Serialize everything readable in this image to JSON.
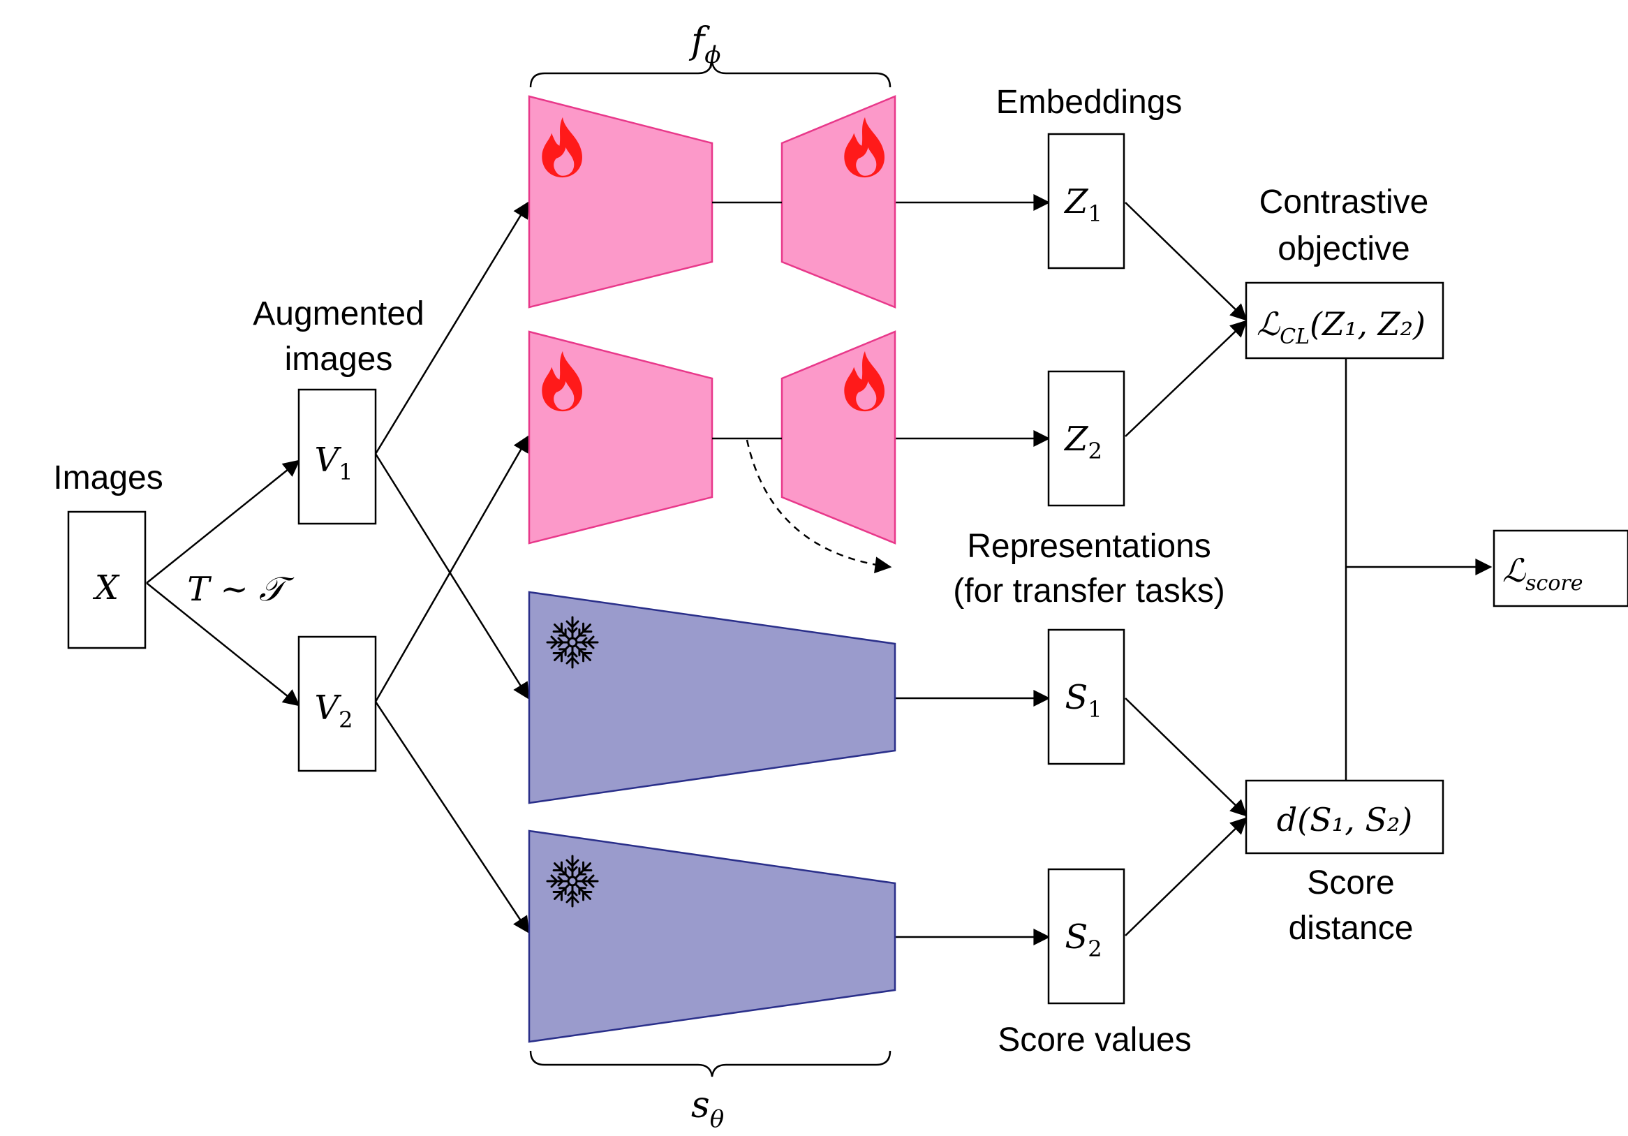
{
  "colors": {
    "trainable_fill": "#fc99c9",
    "trainable_stroke": "#e8388a",
    "frozen_fill": "#9a9bcc",
    "frozen_stroke": "#2a2f8a",
    "fire_icon": "#ff1a1a"
  },
  "labels": {
    "images": "Images",
    "augmented_line1": "Augmented",
    "augmented_line2": "images",
    "transform": "T ~ 𝒯",
    "embeddings": "Embeddings",
    "contrastive_line1": "Contrastive",
    "contrastive_line2": "objective",
    "representations_line1": "Representations",
    "representations_line2": "(for transfer tasks)",
    "score_values": "Score values",
    "score_distance_line1": "Score",
    "score_distance_line2": "distance",
    "f_phi_base": "f",
    "f_phi_sub": "ϕ",
    "s_theta_base": "s",
    "s_theta_sub": "θ"
  },
  "nodes": {
    "x": "X",
    "v1_base": "V",
    "v1_sub": "1",
    "v2_base": "V",
    "v2_sub": "2",
    "z1_base": "Z",
    "z1_sub": "1",
    "z2_base": "Z",
    "z2_sub": "2",
    "s1_base": "S",
    "s1_sub": "1",
    "s2_base": "S",
    "s2_sub": "2",
    "lcl_base": "ℒ",
    "lcl_sub": "CL",
    "lcl_args": "(Z₁, Z₂)",
    "dist_text": "d(S₁, S₂)",
    "lscore_base": "ℒ",
    "lscore_sub": "score"
  },
  "icons": {
    "trainable": "fire-icon",
    "frozen": "snowflake-icon"
  }
}
